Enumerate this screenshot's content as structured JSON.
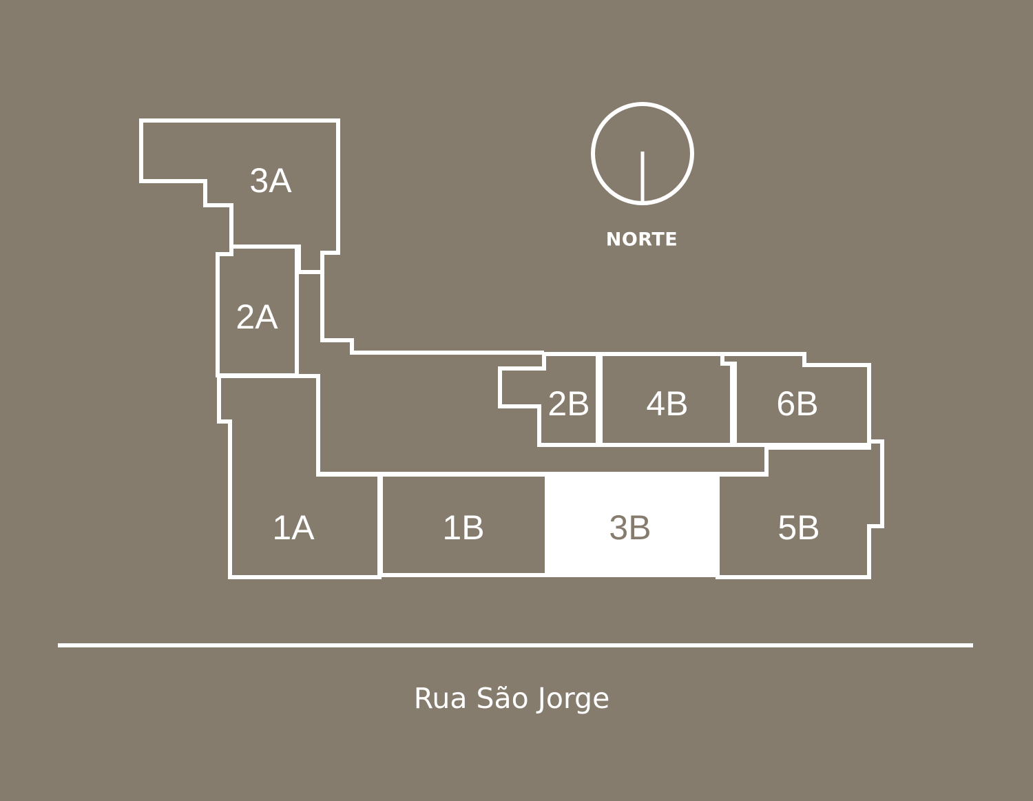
{
  "units": [
    {
      "id": "3A",
      "label": "3A",
      "selected": false
    },
    {
      "id": "2A",
      "label": "2A",
      "selected": false
    },
    {
      "id": "1A",
      "label": "1A",
      "selected": false
    },
    {
      "id": "1B",
      "label": "1B",
      "selected": false
    },
    {
      "id": "3B",
      "label": "3B",
      "selected": true
    },
    {
      "id": "5B",
      "label": "5B",
      "selected": false
    },
    {
      "id": "2B",
      "label": "2B",
      "selected": false
    },
    {
      "id": "4B",
      "label": "4B",
      "selected": false
    },
    {
      "id": "6B",
      "label": "6B",
      "selected": false
    }
  ],
  "compass": {
    "label": "NORTE",
    "icon": "north-compass-icon"
  },
  "street": {
    "name": "Rua São Jorge"
  },
  "colors": {
    "background": "#867c6d",
    "line": "#ffffff",
    "selected_fill": "#ffffff"
  }
}
